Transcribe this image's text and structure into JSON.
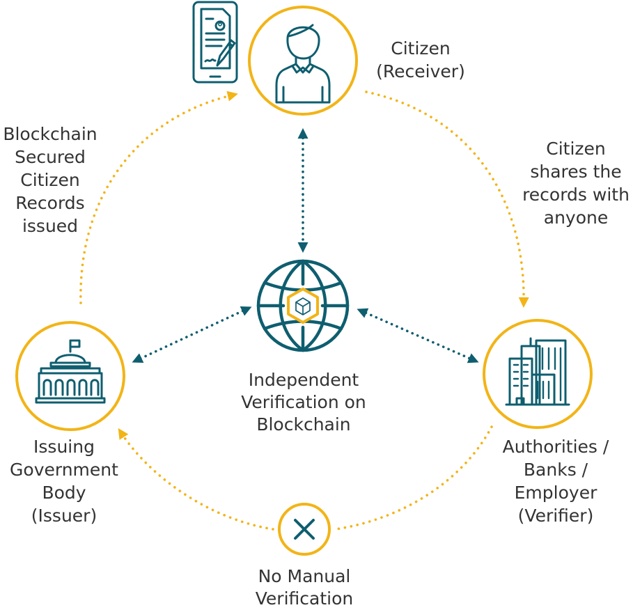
{
  "colors": {
    "accent": "#F2B417",
    "primary": "#0E5E6F",
    "text": "#333333",
    "background": "#FFFFFF"
  },
  "nodes": {
    "citizen": {
      "icon": "citizen-person-icon",
      "label_lines": [
        "Citizen",
        "(Receiver)"
      ]
    },
    "issuer": {
      "icon": "government-building-icon",
      "label_lines": [
        "Issuing",
        "Government",
        "Body",
        "(Issuer)"
      ]
    },
    "verifier": {
      "icon": "office-buildings-icon",
      "label_lines": [
        "Authorities /",
        "Banks /",
        "Employer",
        "(Verifier)"
      ]
    },
    "center": {
      "icon": "blockchain-globe-icon",
      "label_lines": [
        "Independent",
        "Verification on",
        "Blockchain"
      ]
    },
    "no_manual": {
      "icon": "x-mark-icon",
      "label_lines": [
        "No Manual",
        "Verification"
      ]
    }
  },
  "edges": {
    "issue": {
      "label_lines": [
        "Blockchain",
        "Secured",
        "Citizen",
        "Records",
        "issued"
      ]
    },
    "share": {
      "label_lines": [
        "Citizen",
        "shares the",
        "records with",
        "anyone"
      ]
    }
  },
  "extra_icons": [
    "phone-document-icon"
  ]
}
